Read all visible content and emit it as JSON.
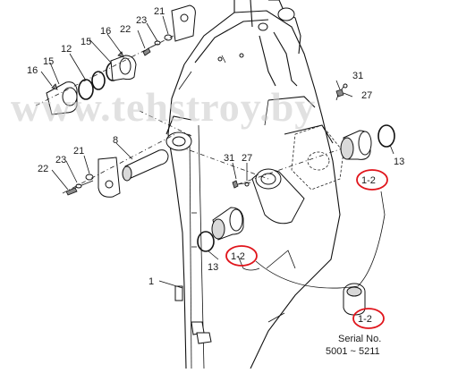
{
  "watermark": "www.tehstroy.by",
  "callouts": {
    "n1": "1",
    "n8": "8",
    "n12": "12",
    "n13a": "13",
    "n13b": "13",
    "n15a": "15",
    "n15b": "15",
    "n16a": "16",
    "n16b": "16",
    "n21a": "21",
    "n21b": "21",
    "n22a": "22",
    "n22b": "22",
    "n23a": "23",
    "n23b": "23",
    "n27a": "27",
    "n27b": "27",
    "n31a": "31",
    "n31b": "31"
  },
  "highlighted": {
    "h1": "1-2",
    "h2": "1-2",
    "h3": "1-2"
  },
  "serial": {
    "label": "Serial No.",
    "range": "5001 ~ 5211"
  },
  "colors": {
    "highlight": "#e0141b",
    "watermark": "#c9c9c9",
    "line": "#111111"
  }
}
